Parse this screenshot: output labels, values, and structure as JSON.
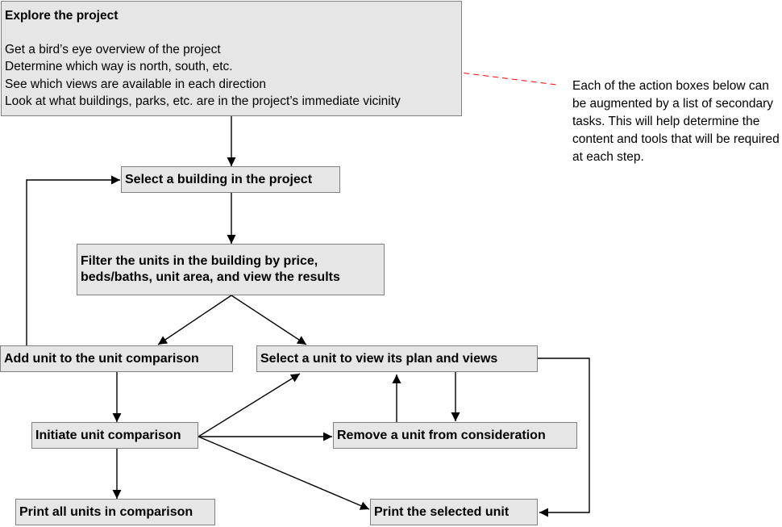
{
  "explore": {
    "title": "Explore the project",
    "items": [
      "Get a bird’s eye overview of the project",
      "Determine which way is north, south, etc.",
      "See which views are available in each direction",
      "Look at what buildings, parks, etc. are in the project’s immediate vicinity"
    ]
  },
  "note": {
    "text": "Each of the action boxes below can be augmented by a list of secondary tasks. This will help determine the content and tools that will be required at each step."
  },
  "steps": {
    "select_building": "Select a building in the project",
    "filter_line1": "Filter the units in the building by price,",
    "filter_line2": "beds/baths, unit area, and view the results",
    "add_to_comparison": "Add unit to the unit comparison",
    "select_unit": "Select a unit to view its plan and views",
    "initiate_comparison": "Initiate unit comparison",
    "remove_unit": "Remove a unit from consideration",
    "print_all": "Print all units in comparison",
    "print_selected": "Print the selected unit"
  },
  "colors": {
    "box_fill": "#e6e6e6",
    "box_border": "#808080",
    "connector": "#000000",
    "note_dash": "#ff0000"
  }
}
